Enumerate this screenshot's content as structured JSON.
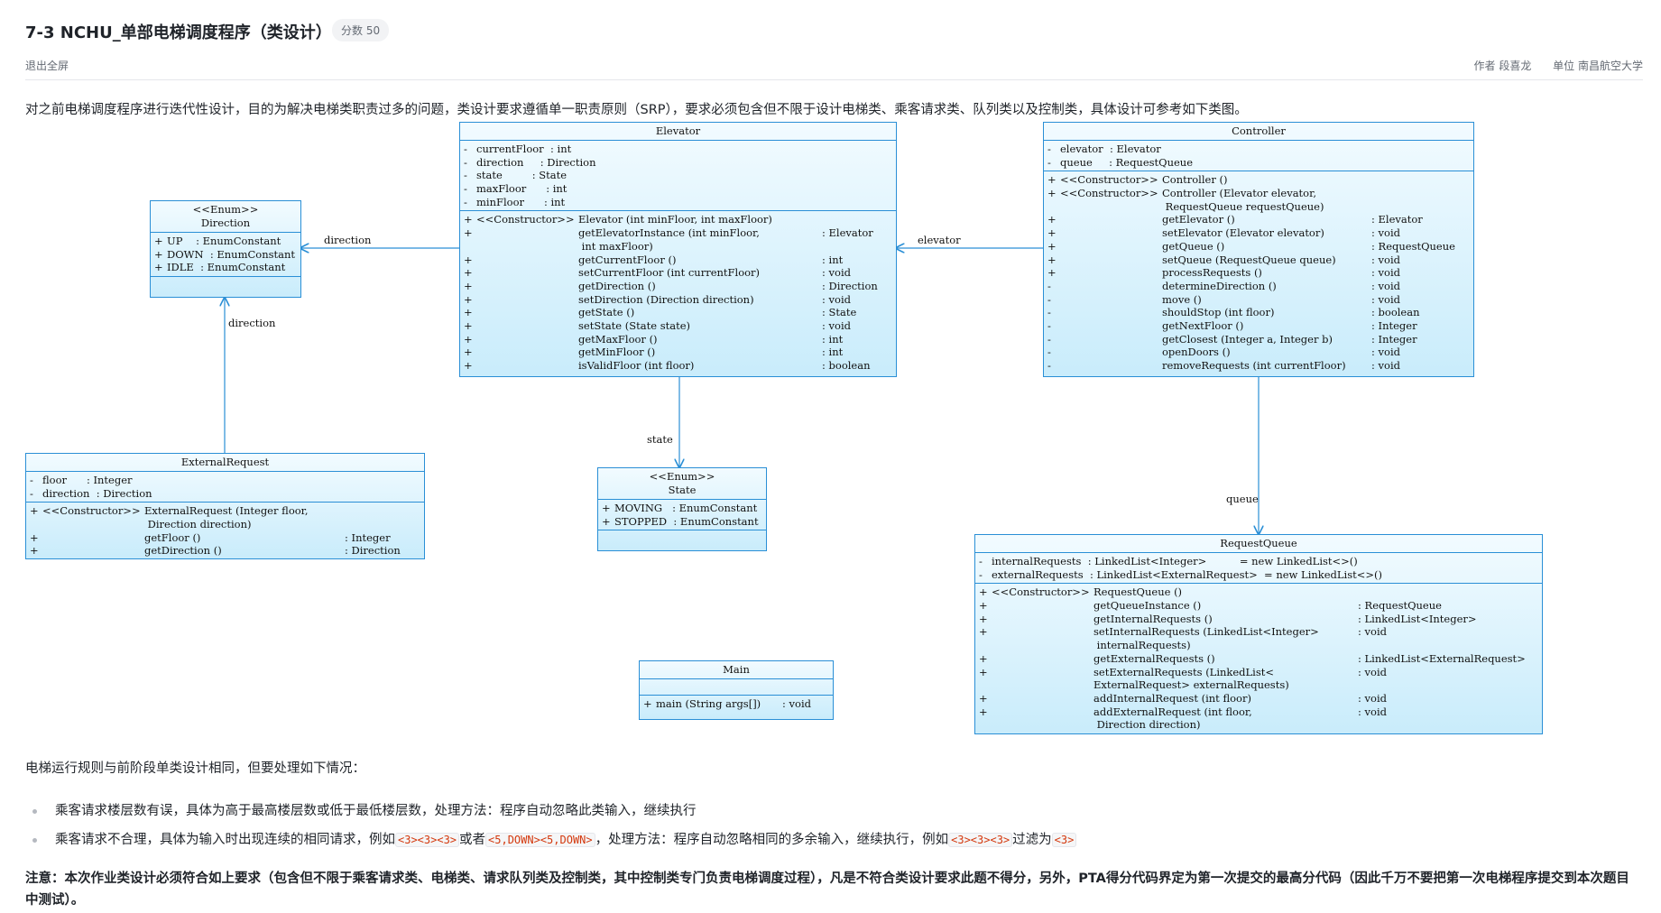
{
  "header": {
    "title": "7-3 NCHU_单部电梯调度程序（类设计）",
    "score": "分数 50",
    "exit_fullscreen": "退出全屏",
    "author": "作者 段喜龙",
    "unit": "单位 南昌航空大学"
  },
  "intro": "对之前电梯调度程序进行迭代性设计，目的为解决电梯类职责过多的问题，类设计要求遵循单一职责原则（SRP），要求必须包含但不限于设计电梯类、乘客请求类、队列类以及控制类，具体设计可参考如下类图。",
  "diagram": {
    "direction_enum": {
      "stereotype": "<<Enum>>",
      "name": "Direction",
      "attrs": [
        {
          "sym": "+",
          "name": "UP    ",
          "type": ": EnumConstant"
        },
        {
          "sym": "+",
          "name": "DOWN  ",
          "type": ": EnumConstant"
        },
        {
          "sym": "+",
          "name": "IDLE  ",
          "type": ": EnumConstant"
        }
      ]
    },
    "state_enum": {
      "stereotype": "<<Enum>>",
      "name": "State",
      "attrs": [
        {
          "sym": "+",
          "name": "MOVING   ",
          "type": ": EnumConstant"
        },
        {
          "sym": "+",
          "name": "STOPPED  ",
          "type": ": EnumConstant"
        }
      ]
    },
    "elevator": {
      "name": "Elevator",
      "attrs": [
        {
          "sym": "-",
          "name": "currentFloor  ",
          "type": ": int"
        },
        {
          "sym": "-",
          "name": "direction     ",
          "type": ": Direction"
        },
        {
          "sym": "-",
          "name": "state         ",
          "type": ": State"
        },
        {
          "sym": "-",
          "name": "maxFloor      ",
          "type": ": int"
        },
        {
          "sym": "-",
          "name": "minFloor      ",
          "type": ": int"
        }
      ],
      "methods": [
        {
          "sym": "+",
          "ctor": "<<Constructor>>",
          "name": "Elevator (int minFloor, int maxFloor)",
          "type": ""
        },
        {
          "sym": "+",
          "ctor": "",
          "name": "getElevatorInstance (int minFloor,",
          "type": ": Elevator"
        },
        {
          "sym": "",
          "ctor": "",
          "name": " int maxFloor)",
          "type": ""
        },
        {
          "sym": "+",
          "ctor": "",
          "name": "getCurrentFloor ()",
          "type": ": int"
        },
        {
          "sym": "+",
          "ctor": "",
          "name": "setCurrentFloor (int currentFloor)",
          "type": ": void"
        },
        {
          "sym": "+",
          "ctor": "",
          "name": "getDirection ()",
          "type": ": Direction"
        },
        {
          "sym": "+",
          "ctor": "",
          "name": "setDirection (Direction direction)",
          "type": ": void"
        },
        {
          "sym": "+",
          "ctor": "",
          "name": "getState ()",
          "type": ": State"
        },
        {
          "sym": "+",
          "ctor": "",
          "name": "setState (State state)",
          "type": ": void"
        },
        {
          "sym": "+",
          "ctor": "",
          "name": "getMaxFloor ()",
          "type": ": int"
        },
        {
          "sym": "+",
          "ctor": "",
          "name": "getMinFloor ()",
          "type": ": int"
        },
        {
          "sym": "+",
          "ctor": "",
          "name": "isValidFloor (int floor)",
          "type": ": boolean"
        }
      ]
    },
    "controller": {
      "name": "Controller",
      "attrs": [
        {
          "sym": "-",
          "name": "elevator  ",
          "type": ": Elevator"
        },
        {
          "sym": "-",
          "name": "queue     ",
          "type": ": RequestQueue"
        }
      ],
      "methods": [
        {
          "sym": "+",
          "ctor": "<<Constructor>>",
          "name": "Controller ()",
          "type": ""
        },
        {
          "sym": "+",
          "ctor": "<<Constructor>>",
          "name": "Controller (Elevator elevator,",
          "type": ""
        },
        {
          "sym": "",
          "ctor": "",
          "name": " RequestQueue requestQueue)",
          "type": ""
        },
        {
          "sym": "+",
          "ctor": "",
          "name": "getElevator ()",
          "type": ": Elevator"
        },
        {
          "sym": "+",
          "ctor": "",
          "name": "setElevator (Elevator elevator)",
          "type": ": void"
        },
        {
          "sym": "+",
          "ctor": "",
          "name": "getQueue ()",
          "type": ": RequestQueue"
        },
        {
          "sym": "+",
          "ctor": "",
          "name": "setQueue (RequestQueue queue)",
          "type": ": void"
        },
        {
          "sym": "+",
          "ctor": "",
          "name": "processRequests ()",
          "type": ": void"
        },
        {
          "sym": "-",
          "ctor": "",
          "name": "determineDirection ()",
          "type": ": void"
        },
        {
          "sym": "-",
          "ctor": "",
          "name": "move ()",
          "type": ": void"
        },
        {
          "sym": "-",
          "ctor": "",
          "name": "shouldStop (int floor)",
          "type": ": boolean"
        },
        {
          "sym": "-",
          "ctor": "",
          "name": "getNextFloor ()",
          "type": ": Integer"
        },
        {
          "sym": "-",
          "ctor": "",
          "name": "getClosest (Integer a, Integer b)",
          "type": ": Integer"
        },
        {
          "sym": "-",
          "ctor": "",
          "name": "openDoors ()",
          "type": ": void"
        },
        {
          "sym": "-",
          "ctor": "",
          "name": "removeRequests (int currentFloor)",
          "type": ": void"
        }
      ]
    },
    "external_request": {
      "name": "ExternalRequest",
      "attrs": [
        {
          "sym": "-",
          "name": "floor      ",
          "type": ": Integer"
        },
        {
          "sym": "-",
          "name": "direction  ",
          "type": ": Direction"
        }
      ],
      "methods": [
        {
          "sym": "+",
          "ctor": "<<Constructor>>",
          "name": "ExternalRequest (Integer floor,",
          "type": ""
        },
        {
          "sym": "",
          "ctor": "",
          "name": " Direction direction)",
          "type": ""
        },
        {
          "sym": "+",
          "ctor": "",
          "name": "getFloor ()",
          "type": ": Integer"
        },
        {
          "sym": "+",
          "ctor": "",
          "name": "getDirection ()",
          "type": ": Direction"
        }
      ]
    },
    "request_queue": {
      "name": "RequestQueue",
      "attrs": [
        {
          "sym": "-",
          "name": "internalRequests  ",
          "type": ": LinkedList<Integer>          = new LinkedList<>()"
        },
        {
          "sym": "-",
          "name": "externalRequests  ",
          "type": ": LinkedList<ExternalRequest>  = new LinkedList<>()"
        }
      ],
      "methods": [
        {
          "sym": "+",
          "ctor": "<<Constructor>>",
          "name": "RequestQueue ()",
          "type": ""
        },
        {
          "sym": "+",
          "ctor": "",
          "name": "getQueueInstance ()",
          "type": ": RequestQueue"
        },
        {
          "sym": "+",
          "ctor": "",
          "name": "getInternalRequests ()",
          "type": ": LinkedList<Integer>"
        },
        {
          "sym": "+",
          "ctor": "",
          "name": "setInternalRequests (LinkedList<Integer>",
          "type": ": void"
        },
        {
          "sym": "",
          "ctor": "",
          "name": " internalRequests)",
          "type": ""
        },
        {
          "sym": "+",
          "ctor": "",
          "name": "getExternalRequests ()",
          "type": ": LinkedList<ExternalRequest>"
        },
        {
          "sym": "+",
          "ctor": "",
          "name": "setExternalRequests (LinkedList<",
          "type": ": void"
        },
        {
          "sym": "",
          "ctor": "",
          "name": "ExternalRequest> externalRequests)",
          "type": ""
        },
        {
          "sym": "+",
          "ctor": "",
          "name": "addInternalRequest (int floor)",
          "type": ": void"
        },
        {
          "sym": "+",
          "ctor": "",
          "name": "addExternalRequest (int floor,",
          "type": ": void"
        },
        {
          "sym": "",
          "ctor": "",
          "name": " Direction direction)",
          "type": ""
        }
      ]
    },
    "main": {
      "name": "Main",
      "methods": [
        {
          "sym": "+",
          "ctor": "",
          "name": "main (String args[])",
          "type": ": void"
        }
      ]
    },
    "labels": {
      "direction_top": "direction",
      "direction_side": "direction",
      "elevator": "elevator",
      "state": "state",
      "queue": "queue"
    }
  },
  "rules": {
    "title": "电梯运行规则与前阶段单类设计相同，但要处理如下情况：",
    "bullet1": "乘客请求楼层数有误，具体为高于最高楼层数或低于最低楼层数，处理方法：程序自动忽略此类输入，继续执行",
    "bullet2_a": "乘客请求不合理，具体为输入时出现连续的相同请求，例如",
    "bullet2_code1": "<3><3><3>",
    "bullet2_b": "或者",
    "bullet2_code2": "<5,DOWN><5,DOWN>",
    "bullet2_c": "，处理方法：程序自动忽略相同的多余输入，继续执行，例如",
    "bullet2_code3": "<3><3><3>",
    "bullet2_d": "过滤为",
    "bullet2_code4": "<3>"
  },
  "note": "注意：本次作业类设计必须符合如上要求（包含但不限于乘客请求类、电梯类、请求队列类及控制类，其中控制类专门负责电梯调度过程），凡是不符合类设计要求此题不得分，另外，PTA得分代码界定为第一次提交的最高分代码（因此千万不要把第一次电梯程序提交到本次题目中测试）。"
}
